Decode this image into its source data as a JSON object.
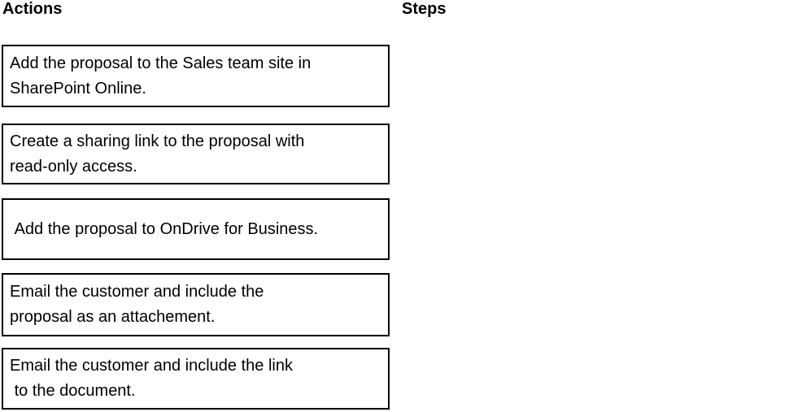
{
  "page": {
    "background": "#ffffff",
    "text_color": "#000000",
    "card_border_color": "#000000"
  },
  "headers": {
    "actions": "Actions",
    "steps": "Steps"
  },
  "actions": {
    "items": [
      {
        "lines": [
          "Add the proposal to the Sales team site in",
          "SharePoint Online."
        ]
      },
      {
        "lines": [
          "Create a sharing link to the proposal with",
          "read-only access."
        ]
      },
      {
        "lines": [
          " Add the proposal to OnDrive for Business."
        ]
      },
      {
        "lines": [
          "Email the customer and include the",
          "proposal as an attachement."
        ]
      },
      {
        "lines": [
          "Email the customer and include the link",
          " to the document."
        ]
      }
    ]
  },
  "steps": {
    "items": []
  }
}
